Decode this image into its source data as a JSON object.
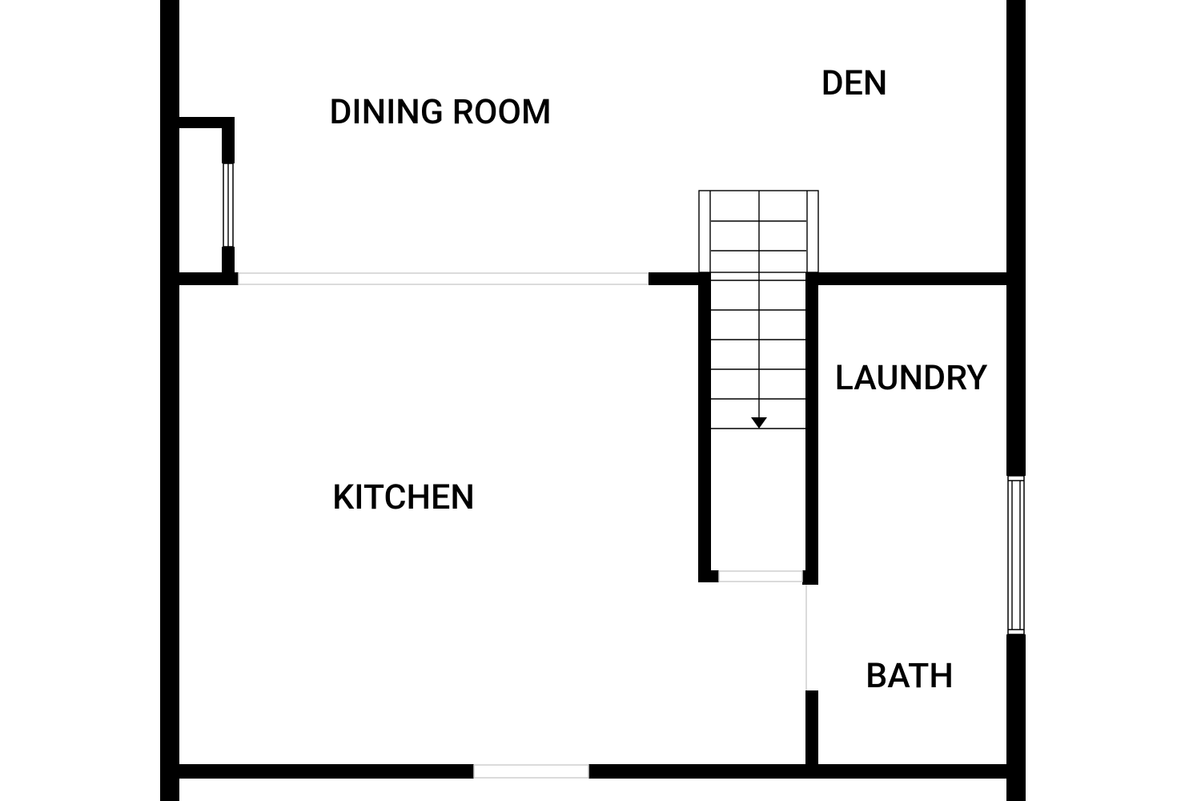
{
  "rooms": {
    "dining_room": "DINING ROOM",
    "den": "DEN",
    "laundry": "LAUNDRY",
    "kitchen": "KITCHEN",
    "bath": "BATH"
  },
  "colors": {
    "wall": "#000000",
    "background": "#ffffff",
    "opening": "#cfcfcf"
  },
  "icons": {
    "stairs_arrow": "arrow-down-icon"
  }
}
